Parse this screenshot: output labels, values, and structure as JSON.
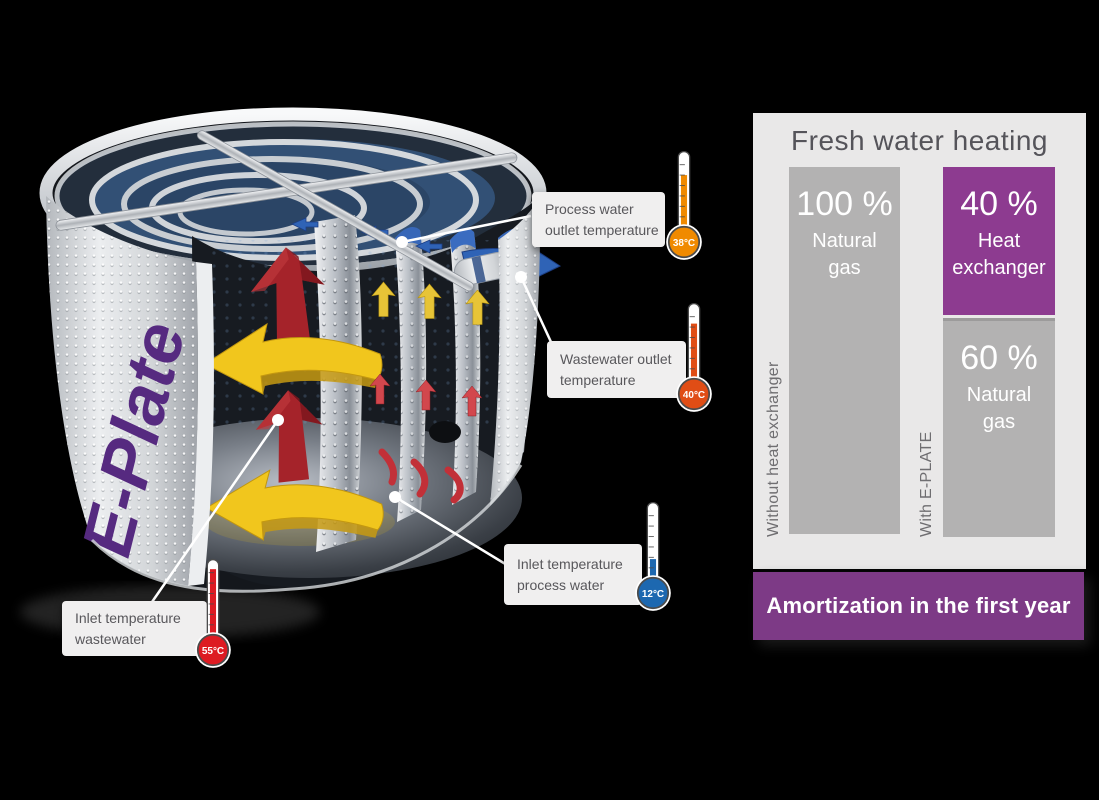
{
  "illustration": {
    "product_label": "E-Plate",
    "product_label_color": "#562a80",
    "arrow_colors": {
      "hot_flow": "#a5232a",
      "mixed_flow": "#f1c61d",
      "cold_flow": "#2f63b6"
    },
    "callouts": [
      {
        "lines": [
          "Process water",
          "outlet temperature"
        ],
        "temp": "38°C",
        "color": "#f08a00"
      },
      {
        "lines": [
          "Wastewater outlet",
          "temperature"
        ],
        "temp": "40°C",
        "color": "#e04d15"
      },
      {
        "lines": [
          "Inlet temperature",
          "process water"
        ],
        "temp": "12°C",
        "color": "#1d68b0"
      },
      {
        "lines": [
          "Inlet temperature",
          "wastewater"
        ],
        "temp": "55°C",
        "color": "#dd1b22"
      }
    ]
  },
  "panel": {
    "background": "#e9e8e8",
    "title": "Fresh water heating",
    "title_color": "#55545a",
    "bar_gray": "#b3b2b2",
    "bar_purple": "#8d3b90",
    "left_bar": {
      "value": "100 %",
      "label_lines": [
        "Natural",
        "gas"
      ],
      "axis_label": "Without heat exchanger"
    },
    "right_bar_top": {
      "value": "40 %",
      "label_lines": [
        "Heat",
        "exchanger"
      ]
    },
    "right_bar_bottom": {
      "value": "60 %",
      "label_lines": [
        "Natural",
        "gas"
      ]
    },
    "right_axis_label": "With E-PLATE",
    "banner": {
      "text": "Amortization in the first year",
      "background": "#7d3a86"
    }
  },
  "chart_data": {
    "type": "bar",
    "stacked": true,
    "title": "Fresh water heating",
    "categories": [
      "Without heat exchanger",
      "With E-PLATE"
    ],
    "series": [
      {
        "name": "Natural gas",
        "values": [
          100,
          60
        ],
        "color": "#b3b2b2"
      },
      {
        "name": "Heat exchanger",
        "values": [
          0,
          40
        ],
        "color": "#8d3b90"
      }
    ],
    "unit": "%",
    "ylim": [
      0,
      100
    ],
    "legend_position": "in-bar-labels",
    "annotation": "Amortization in the first year"
  }
}
